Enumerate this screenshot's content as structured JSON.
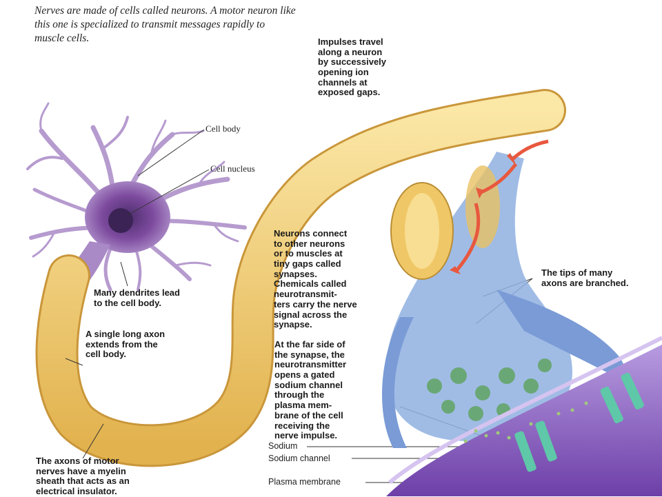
{
  "intro_text": "Nerves are made of cells called neurons. A motor neuron like this one is specialized to transmit messages rapidly to muscle cells.",
  "notes": {
    "impulses": "Impulses travel\nalong a neuron\nby successively\nopening ion\nchannels at\nexposed gaps.",
    "synapses": "Neurons connect\nto other neurons\nor to muscles at\ntiny gaps called\nsynapses.\nChemicals called\nneurotransmit-\nters carry the nerve\nsignal across the\nsynapse.",
    "tips": "The tips of many\naxons are branched.",
    "dendrites": "Many dendrites lead\nto the cell body.",
    "axon": "A single long axon\nextends from the\ncell body.",
    "far_side": "At the far side of\nthe synapse, the\nneurotransmitter\nopens a gated\nsodium channel\nthrough the\nplasma mem-\nbrane of the cell\nreceiving the\nnerve impulse.",
    "myelin": "The axons of motor\nnerves have a myelin\nsheath that acts as an\nelectrical insulator."
  },
  "labels": {
    "cell_body": "Cell body",
    "cell_nucleus": "Cell nucleus",
    "sodium": "Sodium",
    "sodium_channel": "Sodium channel",
    "plasma_membrane": "Plasma membrane"
  },
  "colors": {
    "neuron_body": "#7d4a9e",
    "myelin": "#f0c766",
    "terminal": "#8fb0e0",
    "membrane": "#8a5cc0",
    "channel": "#5ec8a8",
    "arrow": "#e8583e"
  }
}
